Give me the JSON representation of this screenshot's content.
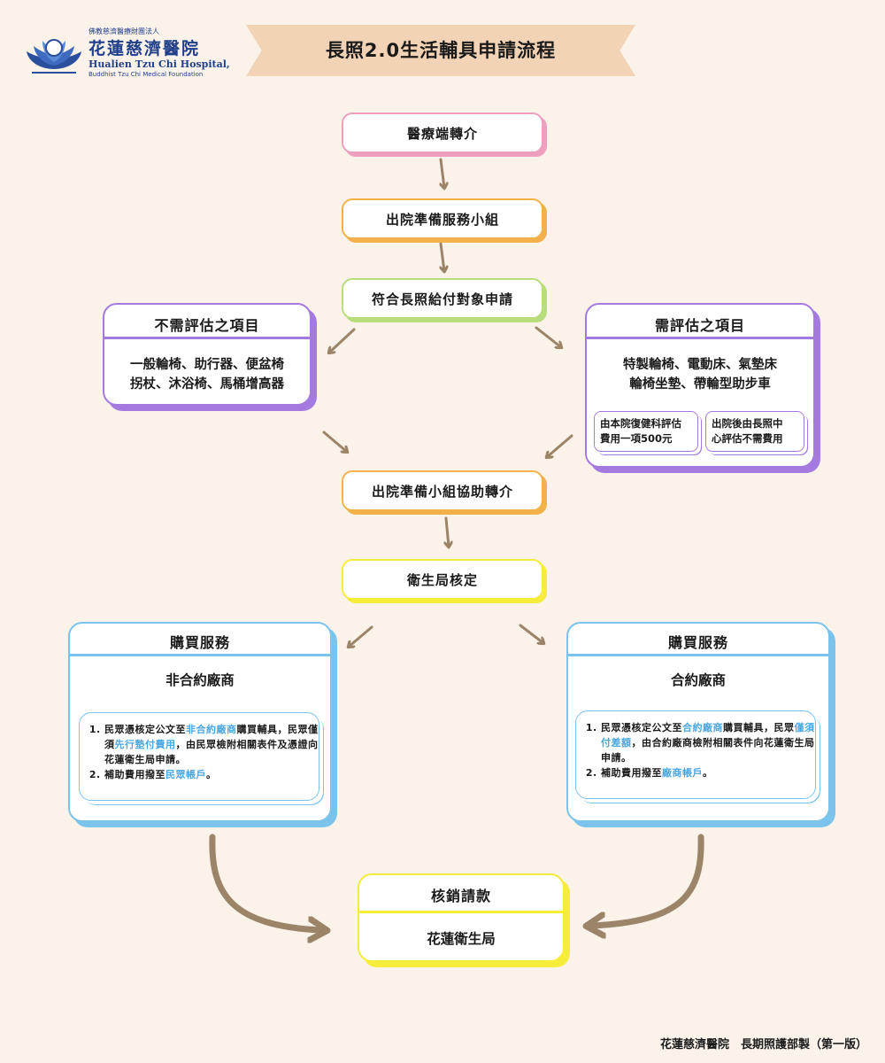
{
  "header": {
    "org": "佛教慈濟醫療財團法人",
    "hospital_cn": "花蓮慈濟醫院",
    "hospital_en": "Hualien Tzu Chi Hospital,",
    "foundation_en": "Buddhist Tzu Chi Medical Foundation",
    "title": "長照2.0生活輔具申請流程"
  },
  "steps": {
    "s1": "醫療端轉介",
    "s2": "出院準備服務小組",
    "s3": "符合長照給付對象申請",
    "s4": "出院準備小組協助轉介",
    "s5": "衛生局核定"
  },
  "left_panel": {
    "title": "不需評估之項目",
    "line1": "一般輪椅、助行器、便盆椅",
    "line2": "拐杖、沐浴椅、馬桶增高器"
  },
  "right_panel": {
    "title": "需評估之項目",
    "line1": "特製輪椅、電動床、氣墊床",
    "line2": "輪椅坐墊、帶輪型助步車",
    "sub1_line1": "由本院復健科評估",
    "sub1_line2": "費用一項500元",
    "sub2_line1": "出院後由長照中",
    "sub2_line2": "心評估不需費用"
  },
  "purchase_left": {
    "title": "購買服務",
    "subtitle": "非合約廠商",
    "i1_a": "民眾憑核定公文至",
    "i1_hl1": "非合約廠商",
    "i1_b": "購買輔具，民眾僅須",
    "i1_hl2": "先行墊付費用",
    "i1_c": "，由民眾檢附相關表件及憑證向花蓮衛生局申請。",
    "i2_a": "補助費用撥至",
    "i2_hl": "民眾帳戶",
    "i2_b": "。"
  },
  "purchase_right": {
    "title": "購買服務",
    "subtitle": "合約廠商",
    "i1_a": "民眾憑核定公文至",
    "i1_hl1": "合約廠商",
    "i1_b": "購買輔具，民眾",
    "i1_hl2": "僅須付差額",
    "i1_c": "，由合約廠商檢附相關表件向花蓮衛生局申請。",
    "i2_a": "補助費用撥至",
    "i2_hl": "廠商帳戶",
    "i2_b": "。"
  },
  "final": {
    "title": "核銷請款",
    "body": "花蓮衛生局"
  },
  "footer": "花蓮慈濟醫院　長期照護部製（第一版）",
  "colors": {
    "background": "#fbf3ea",
    "arrow": "#9b8468",
    "pink": "#ef9fbe",
    "orange": "#f2b14a",
    "green": "#b8dd7a",
    "yellow": "#f5ed3a",
    "purple": "#a57ae0",
    "blue": "#7cc3ec",
    "highlight": "#4aa6e0"
  }
}
